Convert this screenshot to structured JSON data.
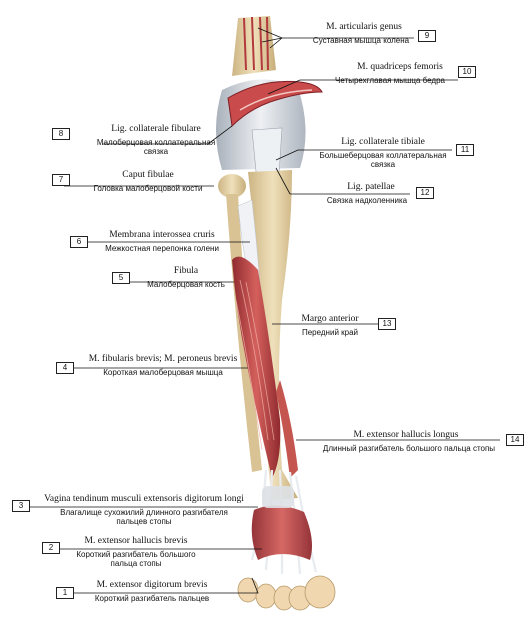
{
  "labels": [
    {
      "num": "9",
      "latin": "M. articularis genus",
      "russian": [
        "Суставная мышца колена"
      ]
    },
    {
      "num": "10",
      "latin": "M. quadriceps femoris",
      "russian": [
        "Четырехглавая мышца бедра"
      ]
    },
    {
      "num": "8",
      "latin": "Lig. collaterale fibulare",
      "russian": [
        "Малоберцовая коллатеральная",
        "связка"
      ]
    },
    {
      "num": "11",
      "latin": "Lig. collaterale tibiale",
      "russian": [
        "Большеберцовая коллатеральная",
        "связка"
      ]
    },
    {
      "num": "7",
      "latin": "Caput fibulae",
      "russian": [
        "Головка малоберцовой кости"
      ]
    },
    {
      "num": "12",
      "latin": "Lig. patellae",
      "russian": [
        "Связка надколенника"
      ]
    },
    {
      "num": "6",
      "latin": "Membrana interossea cruris",
      "russian": [
        "Межкостная перепонка голени"
      ]
    },
    {
      "num": "5",
      "latin": "Fibula",
      "russian": [
        "Малоберцовая кость"
      ]
    },
    {
      "num": "13",
      "latin": "Margo anterior",
      "russian": [
        "Передний край"
      ]
    },
    {
      "num": "4",
      "latin": "M. fibularis brevis; M. peroneus brevis",
      "russian": [
        "Короткая малоберцовая мышца"
      ]
    },
    {
      "num": "14",
      "latin": "M. extensor hallucis longus",
      "russian": [
        "Длинный разгибатель большого пальца стопы"
      ]
    },
    {
      "num": "3",
      "latin": "Vagina tendinum musculi extensoris digitorum longi",
      "russian": [
        "Влагалище сухожилий длинного разгибателя",
        "пальцев стопы"
      ]
    },
    {
      "num": "2",
      "latin": "M. extensor hallucis brevis",
      "russian": [
        "Короткий разгибатель большого",
        "пальца стопы"
      ]
    },
    {
      "num": "1",
      "latin": "M. extensor digitorum brevis",
      "russian": [
        "Короткий разгибатель пальцев"
      ]
    }
  ],
  "colors": {
    "muscle": "#c94b4b",
    "muscle_dark": "#9e2f33",
    "bone": "#e6d3a8",
    "ligament": "#d9dde2",
    "tendon": "#e9ecef"
  }
}
